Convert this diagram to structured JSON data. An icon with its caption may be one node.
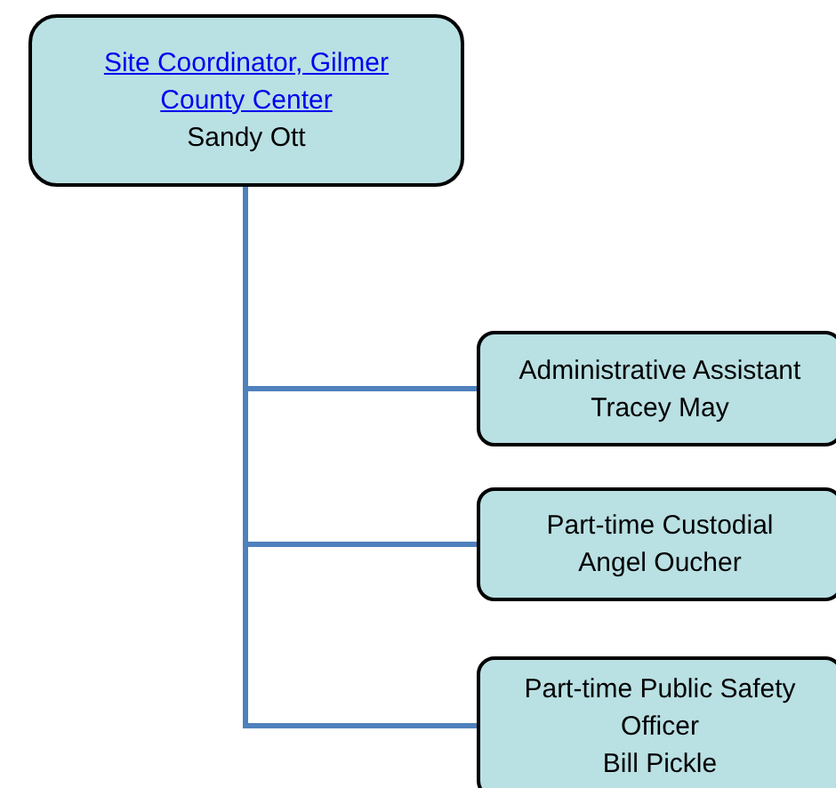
{
  "diagram": {
    "nodes": [
      {
        "text": [
          "Site Coordinator, Gilmer County Center",
          "Sandy Ott"
        ]
      },
      {
        "text": [
          "Administrative Assistant",
          "Tracey May"
        ]
      },
      {
        "text": [
          "Part-time Custodial",
          "Angel Oucher"
        ]
      },
      {
        "text": [
          "Part-time Public Safety Officer",
          "Bill Pickle"
        ]
      }
    ],
    "edges": [
      {
        "from": 0,
        "to": 1,
        "arrow": "none"
      },
      {
        "from": 0,
        "to": 2,
        "arrow": "none"
      },
      {
        "from": 0,
        "to": 3,
        "arrow": "none"
      }
    ]
  }
}
